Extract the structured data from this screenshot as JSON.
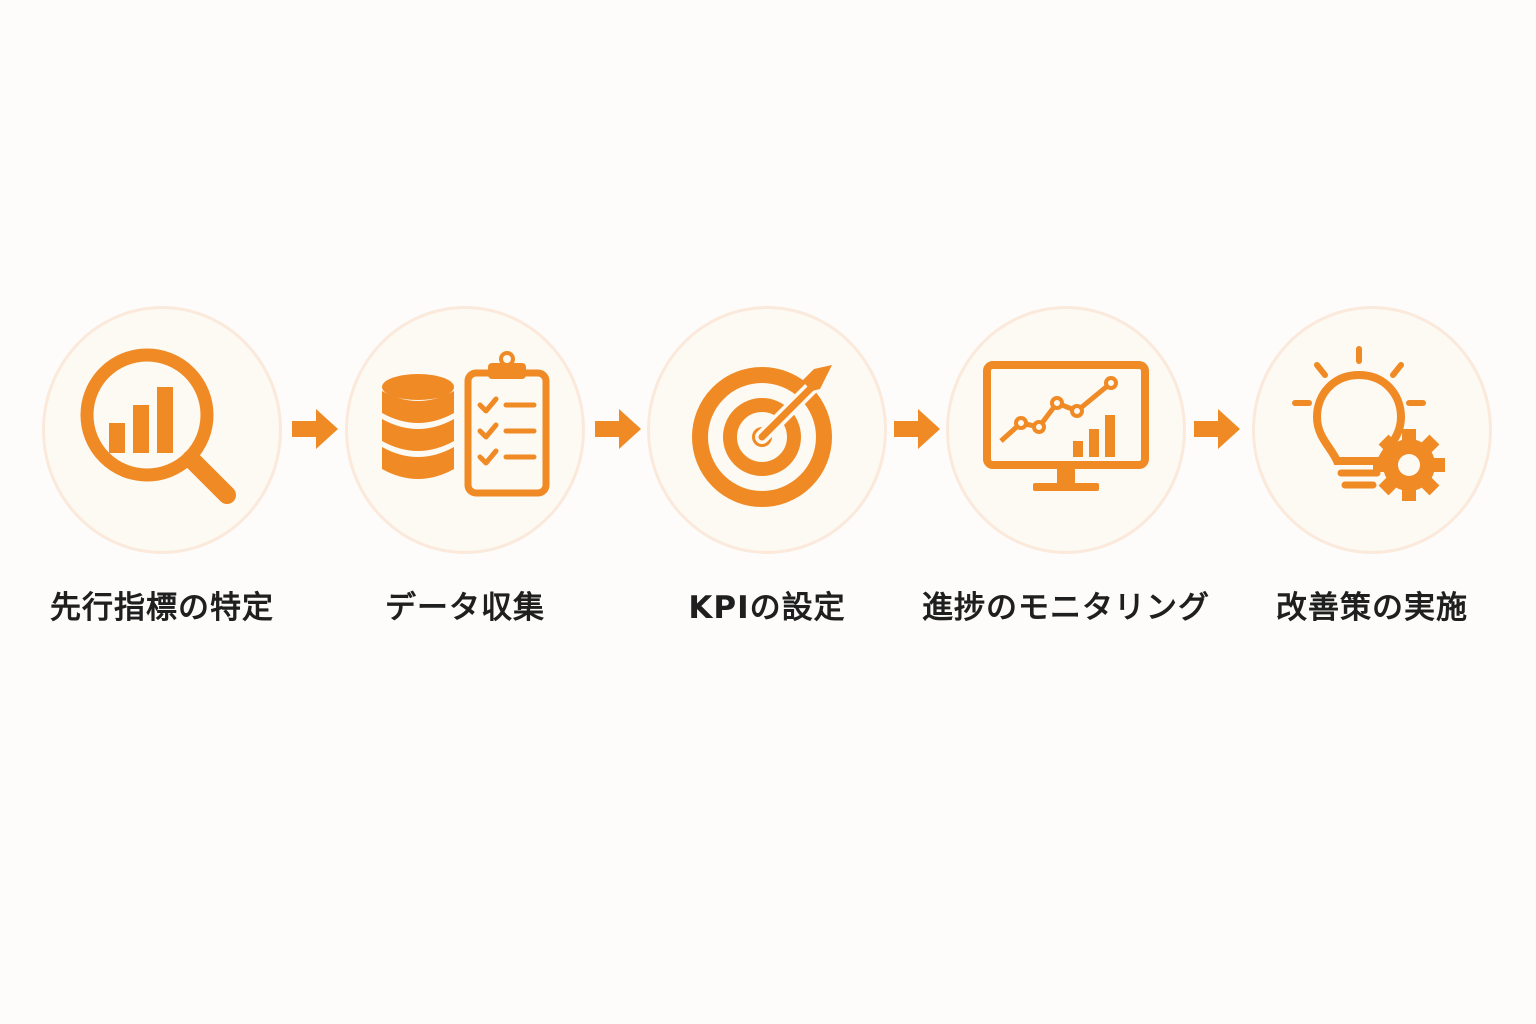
{
  "accent_color": "#f08a24",
  "steps": [
    {
      "label": "先行指標の特定",
      "icon": "magnifier-bar-chart-icon"
    },
    {
      "label": "データ収集",
      "icon": "database-clipboard-icon"
    },
    {
      "label": "KPIの設定",
      "icon": "target-arrow-icon"
    },
    {
      "label": "進捗のモニタリング",
      "icon": "monitor-line-chart-icon"
    },
    {
      "label": "改善策の実施",
      "icon": "lightbulb-gear-icon"
    }
  ]
}
